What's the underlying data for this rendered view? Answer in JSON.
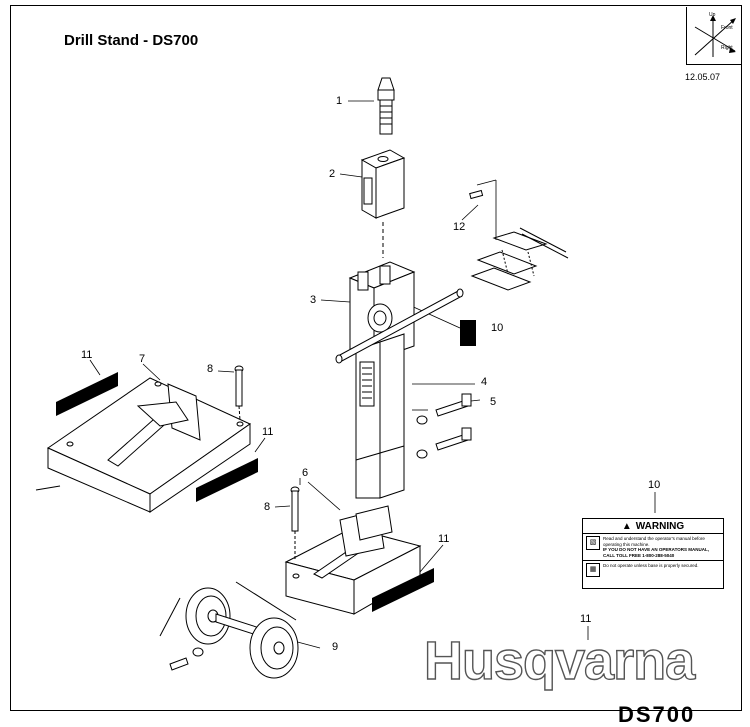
{
  "title": "Drill Stand - DS700",
  "date": "12.05.07",
  "orientation": {
    "up": "Up",
    "front": "Front",
    "right": "Right"
  },
  "callouts": [
    "1",
    "2",
    "3",
    "4",
    "5",
    "6",
    "7",
    "8",
    "8",
    "9",
    "10",
    "10",
    "11",
    "11",
    "11",
    "11",
    "12"
  ],
  "warning_label": {
    "heading": "WARNING",
    "line1": "Read and understand the operator's manual before operating this machine.",
    "line2": "IF YOU DO NOT HAVE AN OPERATORS MANUAL, CALL TOLL FREE 1-800-288-5040",
    "line3": "Do not operate unless base is properly secured."
  },
  "brand": "Husqvarna",
  "footer_fragment": "DS700"
}
